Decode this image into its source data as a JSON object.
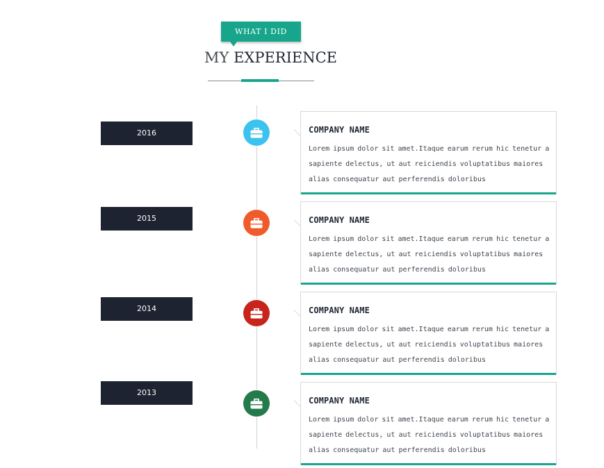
{
  "header": {
    "tag_label": "WHAT I DID",
    "title_light": "MY",
    "title_strong": "EXPERIENCE"
  },
  "colors": {
    "accent": "#17a58b",
    "year_badge": "#1d2330"
  },
  "entries": [
    {
      "year": "2016",
      "node_color": "#3cc2ee",
      "icon": "briefcase-icon",
      "company": "COMPANY NAME",
      "description": "Lorem ipsum dolor sit amet.Itaque earum rerum hic tenetur a sapiente delectus, ut aut reiciendis voluptatibus maiores alias consequatur aut perferendis doloribus"
    },
    {
      "year": "2015",
      "node_color": "#f05b2c",
      "icon": "briefcase-icon",
      "company": "COMPANY NAME",
      "description": "Lorem ipsum dolor sit amet.Itaque earum rerum hic tenetur a sapiente delectus, ut aut reiciendis voluptatibus maiores alias consequatur aut perferendis doloribus"
    },
    {
      "year": "2014",
      "node_color": "#c7241b",
      "icon": "briefcase-icon",
      "company": "COMPANY NAME",
      "description": "Lorem ipsum dolor sit amet.Itaque earum rerum hic tenetur a sapiente delectus, ut aut reiciendis voluptatibus maiores alias consequatur aut perferendis doloribus"
    },
    {
      "year": "2013",
      "node_color": "#237a4a",
      "icon": "briefcase-icon",
      "company": "COMPANY NAME",
      "description": "Lorem ipsum dolor sit amet.Itaque earum rerum hic tenetur a sapiente delectus, ut aut reiciendis voluptatibus maiores alias consequatur aut perferendis doloribus"
    }
  ]
}
